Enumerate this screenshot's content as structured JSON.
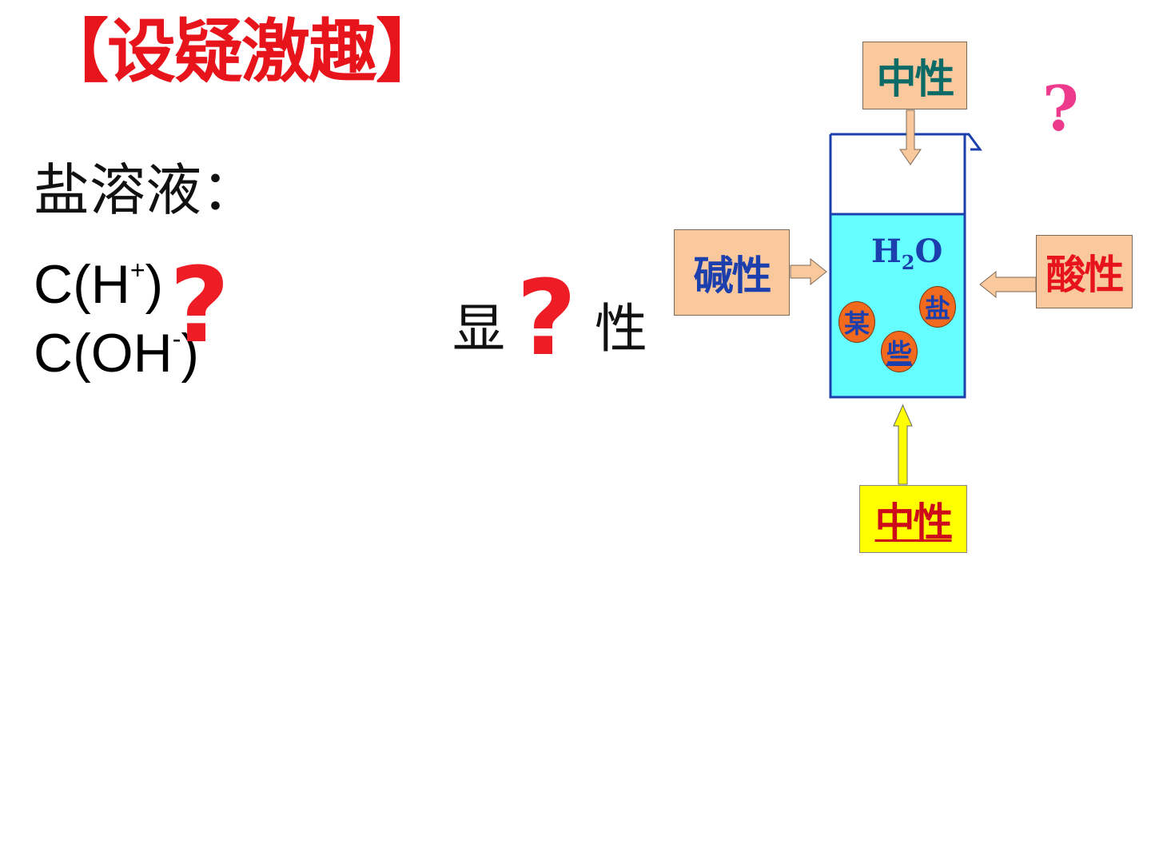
{
  "title": "【设疑激趣】",
  "salt_label": "盐溶液：",
  "conc_h": {
    "base": "C(H",
    "charge": "+",
    "close": ")"
  },
  "conc_oh": {
    "base": "C(OH",
    "charge": "-",
    "close": ")"
  },
  "question_mark": "?",
  "middle": {
    "left": "显",
    "mark": "?",
    "right": "性"
  },
  "diagram": {
    "top_label": "中性",
    "left_label": "碱性",
    "right_label": "酸性",
    "bottom_label": "中性",
    "solvent": {
      "base": "H",
      "sub": "2",
      "tail": "O"
    },
    "balls": [
      "某",
      "些",
      "盐"
    ],
    "pink_mark": "?"
  },
  "colors": {
    "title_red": "#e8141c",
    "water": "#66ffff",
    "box_fill": "#f9c89c",
    "bottom_box_fill": "#ffff00",
    "ball": "#f26a1e",
    "pink": "#ee3a8c"
  }
}
